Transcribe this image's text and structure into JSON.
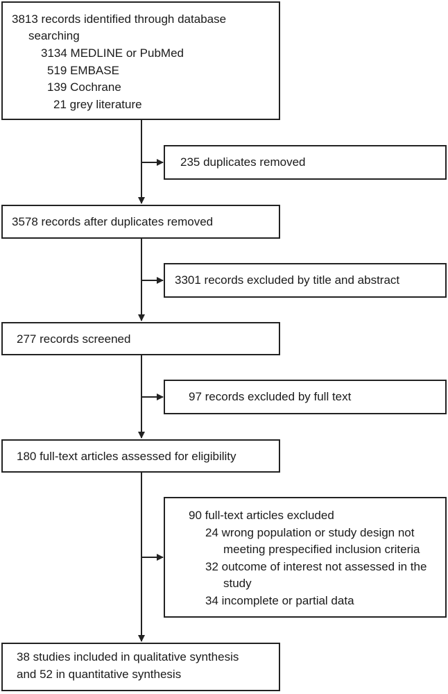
{
  "identification": {
    "line1": "3813 records identified through database",
    "line2": "searching",
    "sources": [
      "3134 MEDLINE or PubMed",
      "519 EMBASE",
      "139 Cochrane",
      "21 grey literature"
    ]
  },
  "duplicates_removed": "235 duplicates removed",
  "after_duplicates": "3578 records after duplicates removed",
  "excluded_title_abstract": "3301 records excluded by title and abstract",
  "screened": "277 records screened",
  "excluded_full_text": "97 records excluded by full text",
  "assessed": "180 full-text articles assessed for eligibility",
  "fulltext_excluded": {
    "header": "90 full-text articles excluded",
    "reasons": [
      {
        "l1": "24 wrong population or study design not",
        "l2": "meeting prespecified inclusion criteria"
      },
      {
        "l1": "32 outcome of interest not assessed in the",
        "l2": "study"
      },
      {
        "l1": "34 incomplete or partial  data",
        "l2": ""
      }
    ]
  },
  "included": {
    "line1": "38 studies included in qualitative synthesis",
    "line2": "and 52 in quantitative synthesis"
  }
}
